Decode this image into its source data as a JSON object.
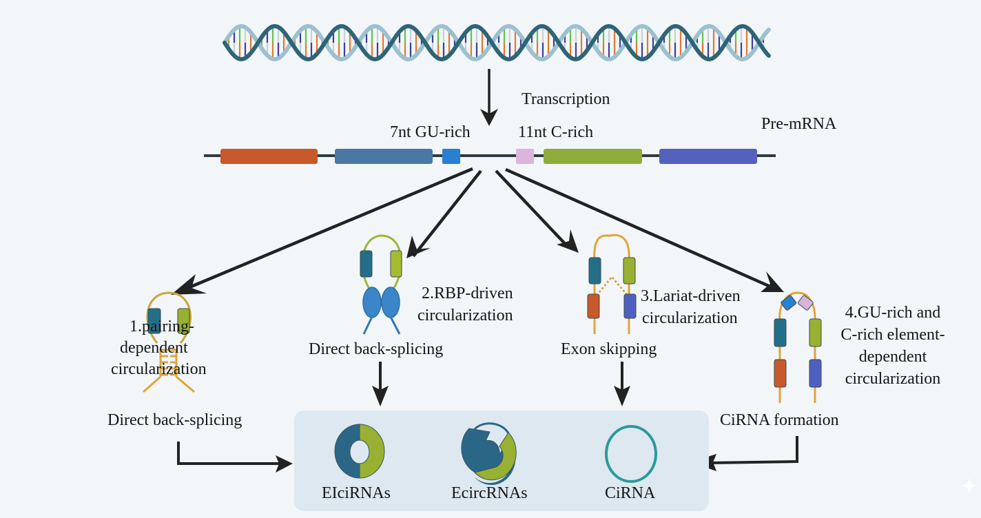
{
  "diagram": {
    "title": "CircRNA biogenesis mechanisms",
    "dna": {
      "name": "DNA double helix"
    },
    "transcription": {
      "label": "Transcription"
    },
    "pre_mrna": {
      "label": "Pre-mRNA",
      "gu_rich_label": "7nt GU-rich",
      "c_rich_label": "11nt C-rich",
      "exons": [
        {
          "name": "exon-orange",
          "color": "#c8592a"
        },
        {
          "name": "exon-steel-blue",
          "color": "#4a77a3"
        },
        {
          "name": "gu-rich-element",
          "color": "#2a7fd0"
        },
        {
          "name": "c-rich-element",
          "color": "#dcb4dc"
        },
        {
          "name": "exon-green",
          "color": "#8fac3a"
        },
        {
          "name": "exon-indigo",
          "color": "#5461bd"
        }
      ]
    },
    "mechanisms": [
      {
        "id": 1,
        "title_lines": [
          "1.pairing-",
          "dependent",
          "circularization"
        ],
        "process": "Direct back-splicing"
      },
      {
        "id": 2,
        "title_lines": [
          "2.RBP-driven",
          "circularization"
        ],
        "process": "Direct back-splicing"
      },
      {
        "id": 3,
        "title_lines": [
          "3.Lariat-driven",
          "circularization"
        ],
        "process": "Exon skipping"
      },
      {
        "id": 4,
        "title_lines": [
          "4.GU-rich and",
          "C-rich element-",
          "dependent",
          "circularization"
        ],
        "process": "CiRNA formation"
      }
    ],
    "products": [
      {
        "label": "EIciRNAs"
      },
      {
        "label": "EcircRNAs"
      },
      {
        "label": "CiRNA"
      }
    ],
    "colors": {
      "background": "#f2f6f8",
      "panel": "#dde8f0",
      "arrow": "#222222",
      "teal_exon": "#2a6f8a",
      "green_exon": "#93ae35",
      "orange_exon": "#c8592a",
      "indigo_exon": "#4f5fc0",
      "intron_gold": "#e0a43a",
      "loop_green": "#9cb63a",
      "rbp_blue": "#3a86c8",
      "cirna_ring": "#2a9a9a",
      "dna_dark": "#2f6478",
      "dna_light": "#9cc0d0"
    }
  }
}
